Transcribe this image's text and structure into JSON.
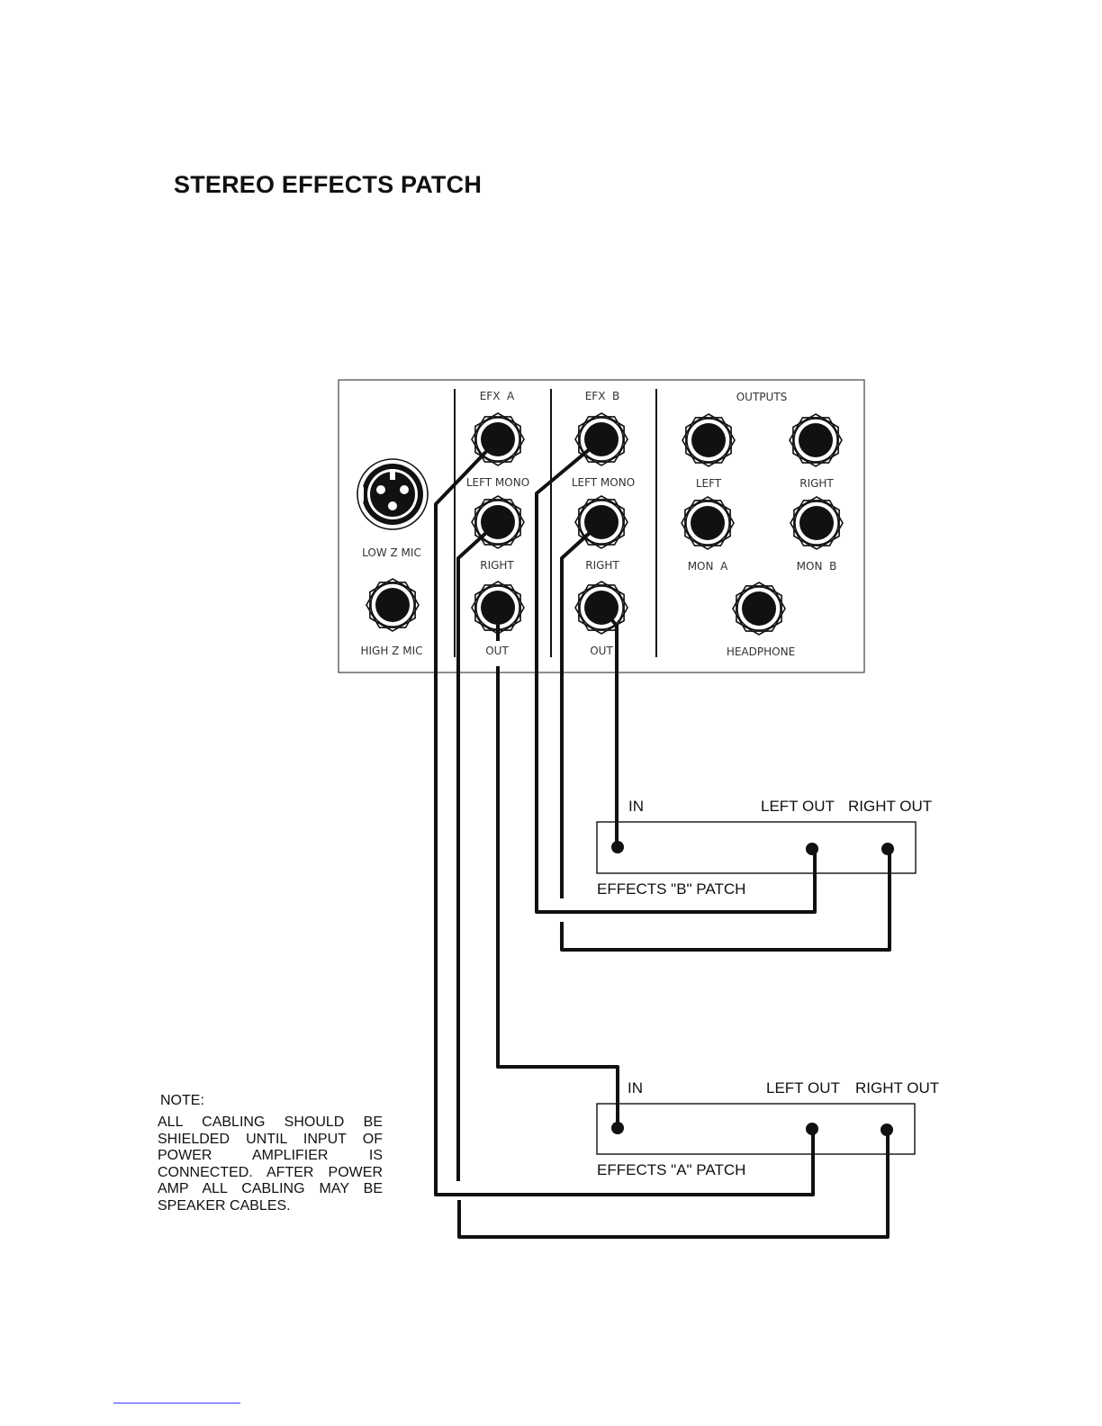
{
  "title": "STEREO EFFECTS PATCH",
  "panel": {
    "sections": {
      "efx_a": "EFX  A",
      "efx_b": "EFX  B",
      "outputs": "OUTPUTS"
    },
    "jacks": {
      "efx_a_left_mono": "LEFT MONO",
      "efx_a_right": "RIGHT",
      "efx_a_out": "OUT",
      "efx_b_left_mono": "LEFT MONO",
      "efx_b_right": "RIGHT",
      "efx_b_out": "OUT",
      "out_left": "LEFT",
      "out_right": "RIGHT",
      "mon_a": "MON  A",
      "mon_b": "MON  B",
      "headphone": "HEADPHONE",
      "low_z_mic": "LOW Z MIC",
      "high_z_mic": "HIGH Z MIC"
    }
  },
  "patch_b": {
    "in_label": "IN",
    "left_out_label": "LEFT OUT",
    "right_out_label": "RIGHT OUT",
    "name": "EFFECTS \"B\" PATCH"
  },
  "patch_a": {
    "in_label": "IN",
    "left_out_label": "LEFT OUT",
    "right_out_label": "RIGHT OUT",
    "name": "EFFECTS \"A\" PATCH"
  },
  "note": {
    "heading": "NOTE:",
    "body": "ALL CABLING SHOULD BE SHIELDED UNTIL INPUT OF POWER AMPLIFIER IS CONNECTED. AFTER POWER AMP ALL CABLING MAY BE SPEAKER CABLES."
  }
}
